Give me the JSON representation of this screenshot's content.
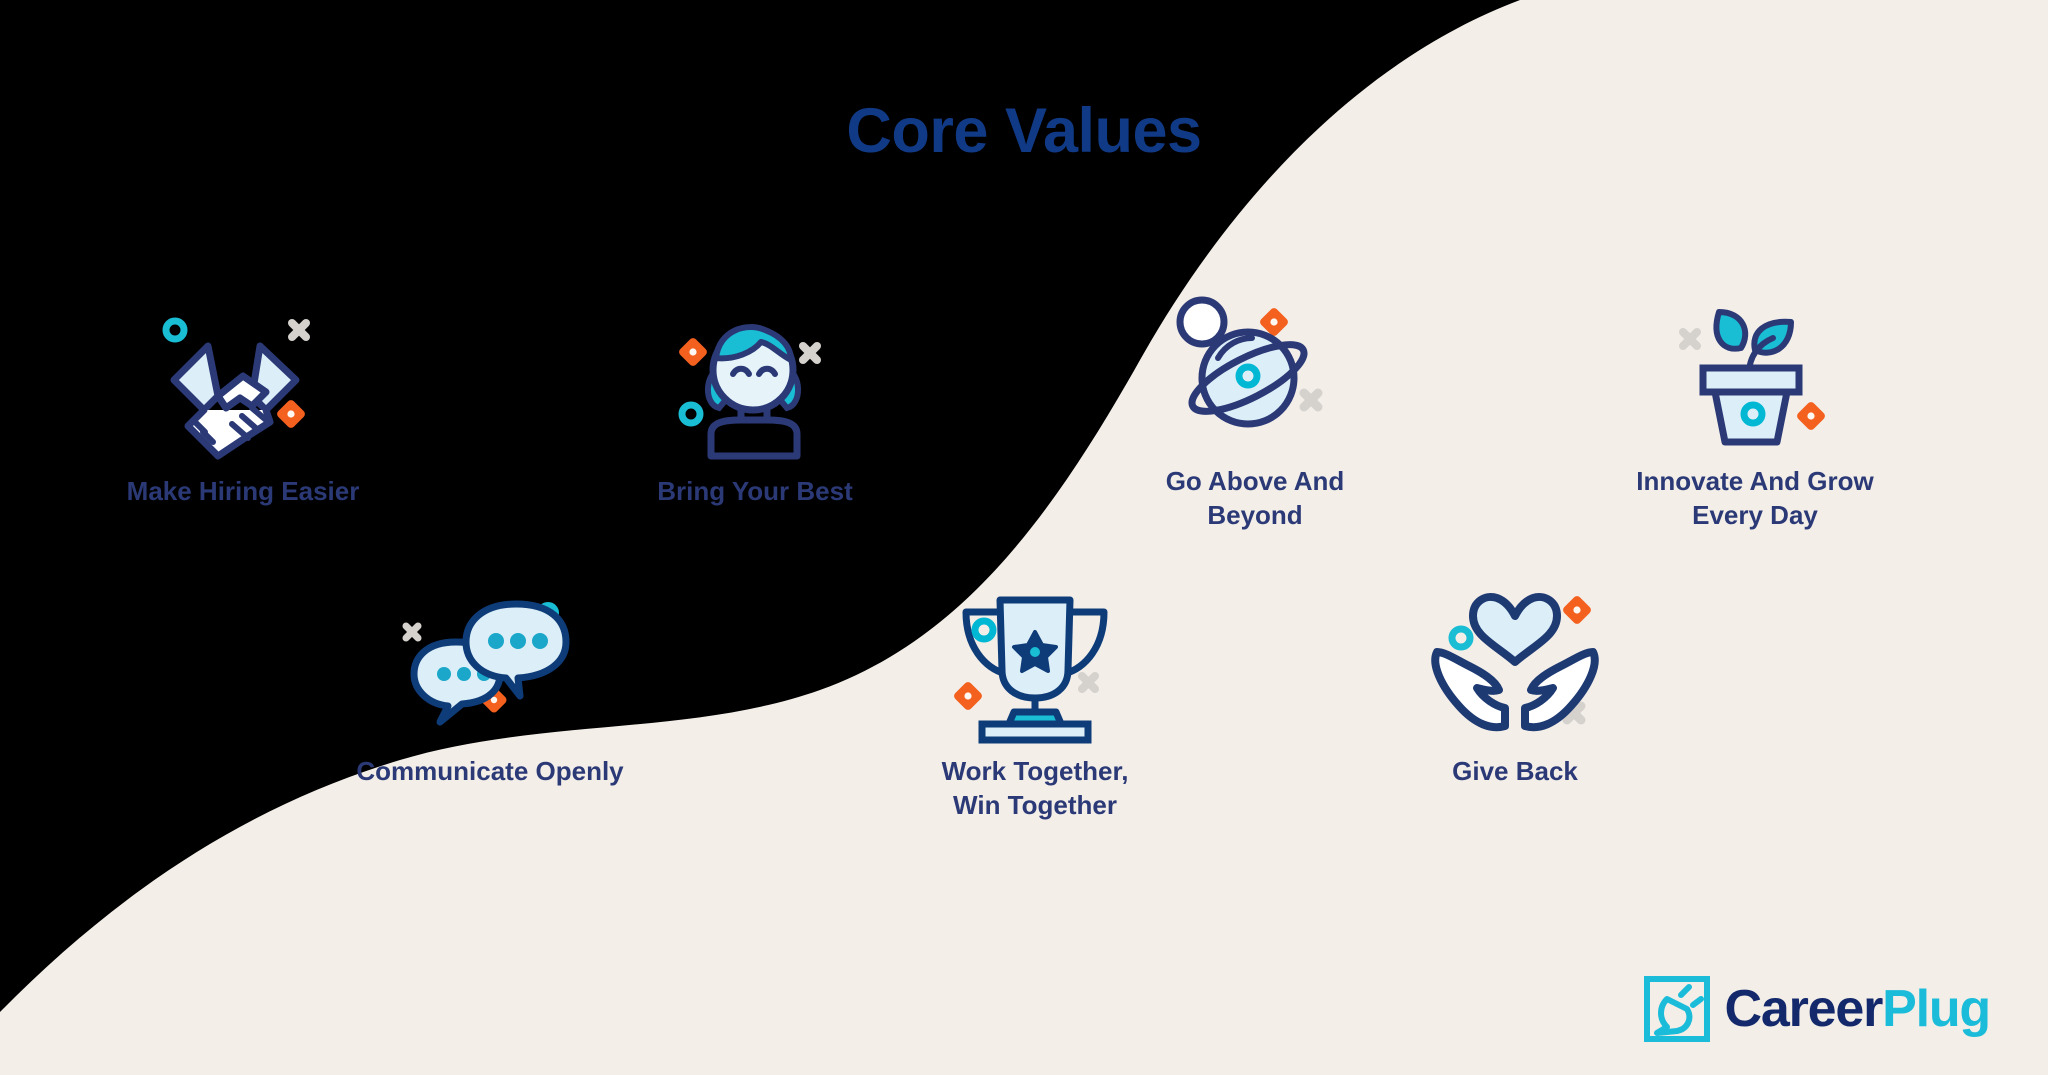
{
  "page": {
    "title": "Core Values",
    "background_dark": "#000000",
    "background_cream": "#F3EEE8"
  },
  "colors": {
    "navy": "#2B3A77",
    "title_navy": "#113A86",
    "deep_navy": "#14296B",
    "teal": "#1BBCD9",
    "cyan_accent": "#00B8D4",
    "orange": "#F4601E",
    "gray": "#D5D2CE",
    "pale_blue": "#DCEEF7",
    "white": "#FFFFFF"
  },
  "values": [
    {
      "label": "Make Hiring Easier",
      "icon": "handshake-icon",
      "accents": [
        "teal-circle",
        "gray-x",
        "orange-diamond"
      ]
    },
    {
      "label": "Bring Your Best",
      "icon": "person-avatar-icon",
      "accents": [
        "orange-diamond",
        "gray-x",
        "teal-circle"
      ]
    },
    {
      "label": "Go Above And\nBeyond",
      "icon": "planet-saturn-icon",
      "accents": [
        "white-moon-circle",
        "orange-diamond",
        "gray-x"
      ]
    },
    {
      "label": "Innovate And Grow\nEvery Day",
      "icon": "potted-plant-icon",
      "accents": [
        "gray-x",
        "cyan-circle",
        "orange-diamond"
      ]
    },
    {
      "label": "Communicate Openly",
      "icon": "speech-bubbles-icon",
      "accents": [
        "gray-x",
        "teal-circle",
        "orange-diamond"
      ]
    },
    {
      "label": "Work Together,\nWin Together",
      "icon": "trophy-icon",
      "accents": [
        "cyan-circle",
        "orange-diamond",
        "gray-x"
      ]
    },
    {
      "label": "Give Back",
      "icon": "hands-heart-icon",
      "accents": [
        "orange-diamond",
        "cyan-circle",
        "gray-x"
      ]
    }
  ],
  "logo": {
    "mark": "plug-in-square-icon",
    "word_primary": "Career",
    "word_secondary": "Plug"
  }
}
